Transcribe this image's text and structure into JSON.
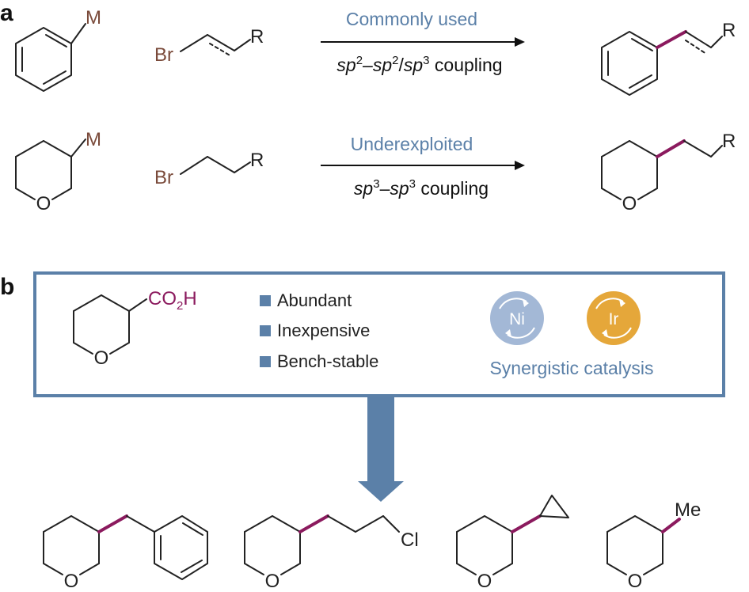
{
  "panels": {
    "a": "a",
    "b": "b"
  },
  "atoms": {
    "metal": "M",
    "bromine": "Br",
    "r_group": "R",
    "oxygen": "O",
    "chlorine": "Cl",
    "methyl": "Me"
  },
  "reaction1": {
    "label": "Commonly used",
    "condition_prefix": "sp",
    "condition_sup1": "2",
    "condition_dash": "–",
    "condition_sp2": "sp",
    "condition_sup2": "2",
    "condition_slash": "/",
    "condition_sp3": "sp",
    "condition_sup3": "3",
    "condition_suffix": " coupling"
  },
  "reaction2": {
    "label": "Underexploited",
    "condition_prefix": "sp",
    "condition_sup1": "3",
    "condition_dash": "–",
    "condition_sp2": "sp",
    "condition_sup2": "3",
    "condition_suffix": " coupling"
  },
  "acid": {
    "co": "CO",
    "sub": "2",
    "h": "H"
  },
  "bullets": [
    "Abundant",
    "Inexpensive",
    "Bench-stable"
  ],
  "catalysts": {
    "ni": "Ni",
    "ir": "Ir",
    "caption": "Synergistic catalysis"
  },
  "colors": {
    "accent_blue": "#5b80a8",
    "ni_circle": "#a3b8d6",
    "ir_circle": "#e5a73a",
    "new_bond": "#8b1a5e",
    "metal_label": "#7a4a3a"
  },
  "icons": [
    "cycle-arrow-icon"
  ]
}
